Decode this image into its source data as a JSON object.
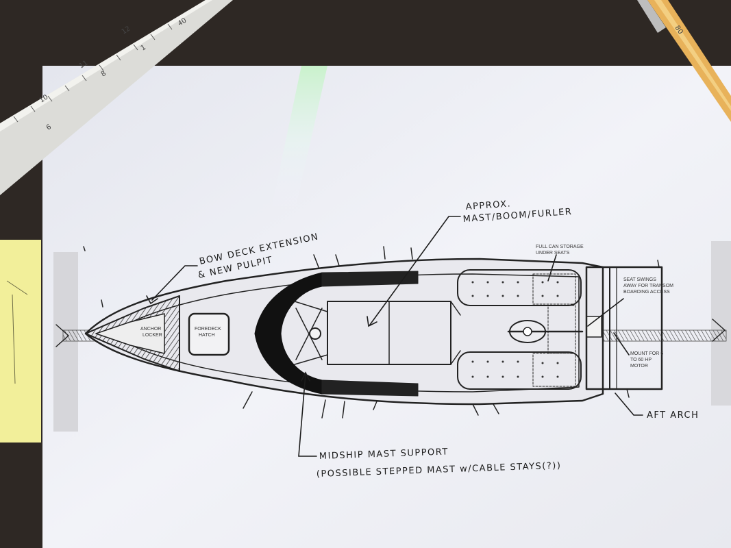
{
  "annotations": {
    "bow_line1": "BOW DECK EXTENSION",
    "bow_line2": "& NEW PULPIT",
    "mast_line1": "APPROX.",
    "mast_line2": "MAST/BOOM/FURLER",
    "midship_line1": "MIDSHIP MAST SUPPORT",
    "midship_line2": "(POSSIBLE STEPPED MAST w/CABLE STAYS(?))",
    "aft_arch": "AFT ARCH"
  },
  "printed_labels": {
    "storage_line1": "FULL CAN STORAGE",
    "storage_line2": "UNDER SEATS",
    "seat_line1": "SEAT SWINGS",
    "seat_line2": "AWAY FOR TRANSOM",
    "seat_line3": "BOARDING ACCESS",
    "motor_line1": "MOUNT FOR 6",
    "motor_line2": "TO 60 HP",
    "motor_line3": "MOTOR",
    "foredeck_line1": "FOREDECK",
    "foredeck_line2": "HATCH",
    "anchor_line1": "ANCHOR",
    "anchor_line2": "LOCKER"
  },
  "ruler_ticks": [
    "40",
    "1",
    "8",
    "12",
    "10",
    "11",
    "6"
  ],
  "pencil_marking": "80",
  "colors": {
    "table": "#2e2824",
    "paper": "#eeeff5",
    "ink": "#1c1c1c",
    "sticky_note": "#f2ef9a",
    "pencil": "#e8b25a"
  }
}
